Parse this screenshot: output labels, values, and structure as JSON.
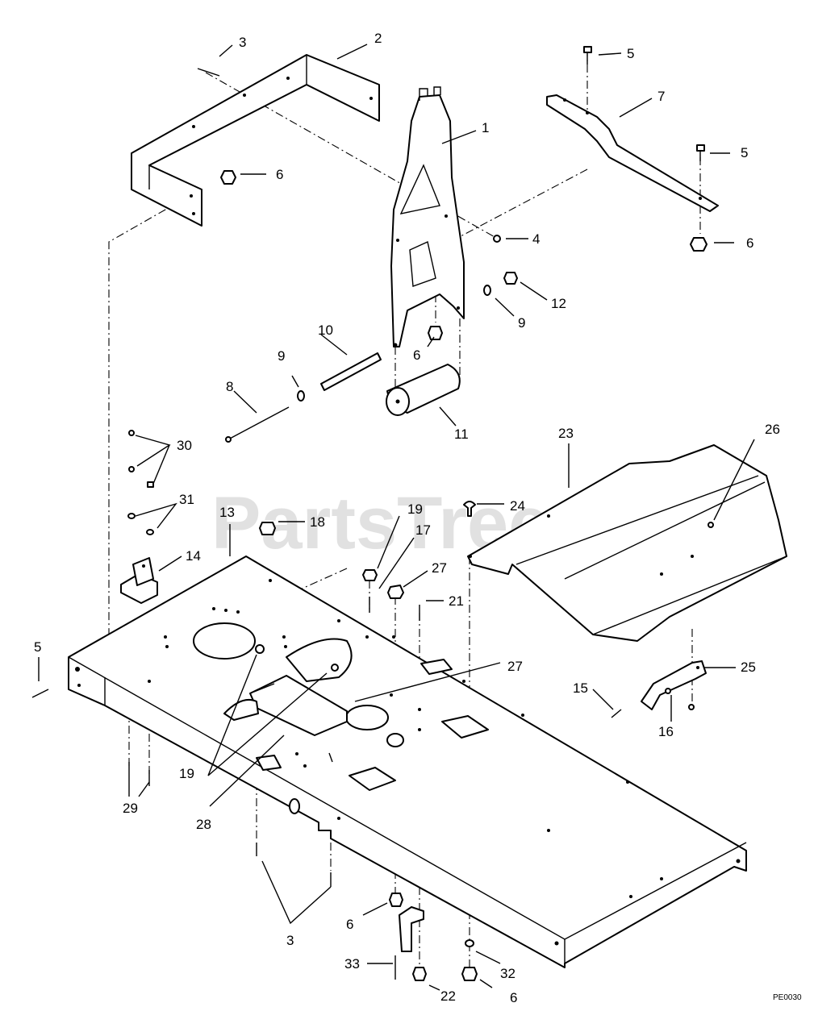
{
  "watermark": "PartsTree",
  "drawing_code": "PE0030",
  "callouts": {
    "c1": "1",
    "c2": "2",
    "c3a": "3",
    "c3b": "3",
    "c4": "4",
    "c5a": "5",
    "c5b": "5",
    "c5c": "5",
    "c6a": "6",
    "c6b": "6",
    "c6c": "6",
    "c6d": "6",
    "c6e": "6",
    "c7": "7",
    "c8": "8",
    "c9a": "9",
    "c9b": "9",
    "c10": "10",
    "c11": "11",
    "c12": "12",
    "c13": "13",
    "c14": "14",
    "c15": "15",
    "c16": "16",
    "c17": "17",
    "c18": "18",
    "c19a": "19",
    "c19b": "19",
    "c21": "21",
    "c22": "22",
    "c23": "23",
    "c24": "24",
    "c25": "25",
    "c26": "26",
    "c27a": "27",
    "c27b": "27",
    "c28": "28",
    "c29": "29",
    "c30": "30",
    "c31": "31",
    "c32": "32",
    "c33": "33"
  }
}
